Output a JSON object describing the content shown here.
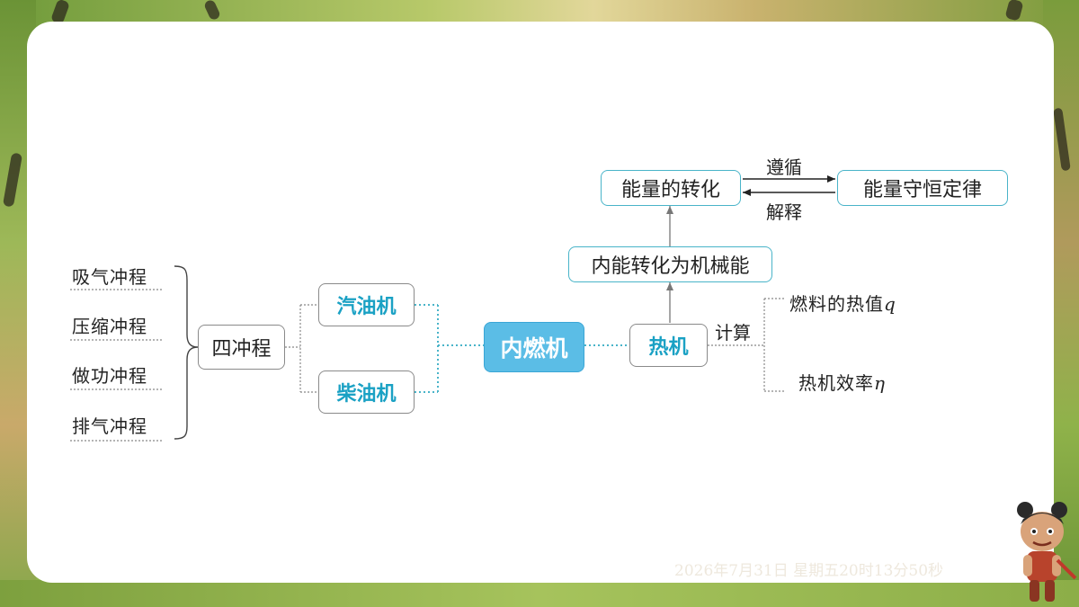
{
  "diagram": {
    "strokes": [
      "吸气冲程",
      "压缩冲程",
      "做功冲程",
      "排气冲程"
    ],
    "four_stroke": "四冲程",
    "gasoline_engine": "汽油机",
    "diesel_engine": "柴油机",
    "main": "内燃机",
    "heat_engine": "热机",
    "calc_label": "计算",
    "calc_items": [
      {
        "text": "燃料的热值",
        "var": "q"
      },
      {
        "text": "热机效率",
        "var": "η"
      }
    ],
    "conversion": "内能转化为机械能",
    "energy_conversion": "能量的转化",
    "follow_label": "遵循",
    "explain_label": "解释",
    "conservation_law": "能量守恒定律"
  },
  "watermark": "2026年7月31日 星期五20时13分50秒",
  "colors": {
    "accent": "#5bbde6",
    "teal_border": "#49b4c9",
    "blue_text": "#1aa1c4"
  }
}
